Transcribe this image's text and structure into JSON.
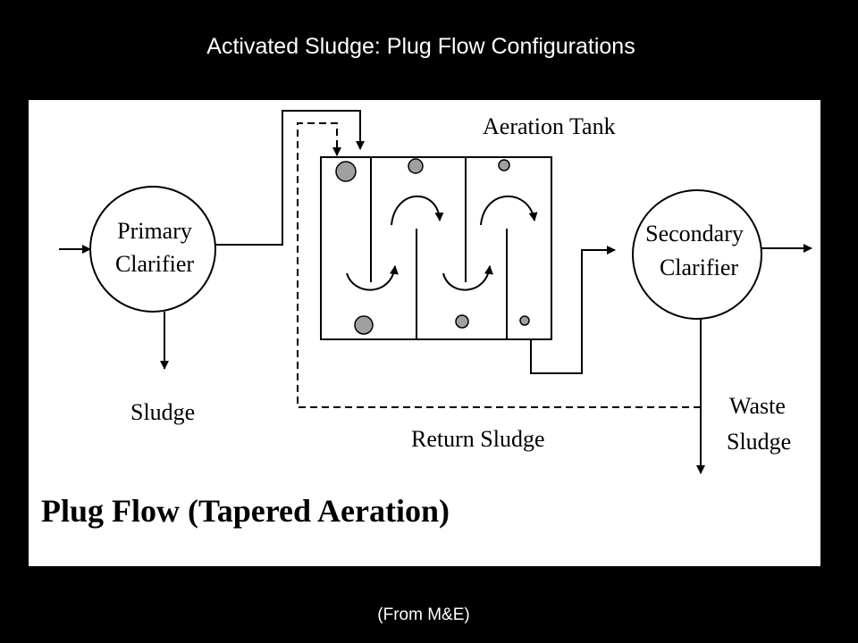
{
  "slide": {
    "title": "Activated Sludge: Plug Flow Configurations",
    "source": "(From M&E)"
  },
  "diagram": {
    "primary_clarifier": {
      "line1": "Primary",
      "line2": "Clarifier"
    },
    "secondary_clarifier": {
      "line1": "Secondary",
      "line2": "Clarifier"
    },
    "aeration_tank_label": "Aeration Tank",
    "sludge_label": "Sludge",
    "return_sludge_label": "Return Sludge",
    "waste_sludge": {
      "line1": "Waste",
      "line2": "Sludge"
    },
    "caption": "Plug Flow (Tapered Aeration)"
  },
  "colors": {
    "background": "#000000",
    "panel": "#ffffff",
    "line": "#000000",
    "aerator": "#a0a0a0"
  }
}
